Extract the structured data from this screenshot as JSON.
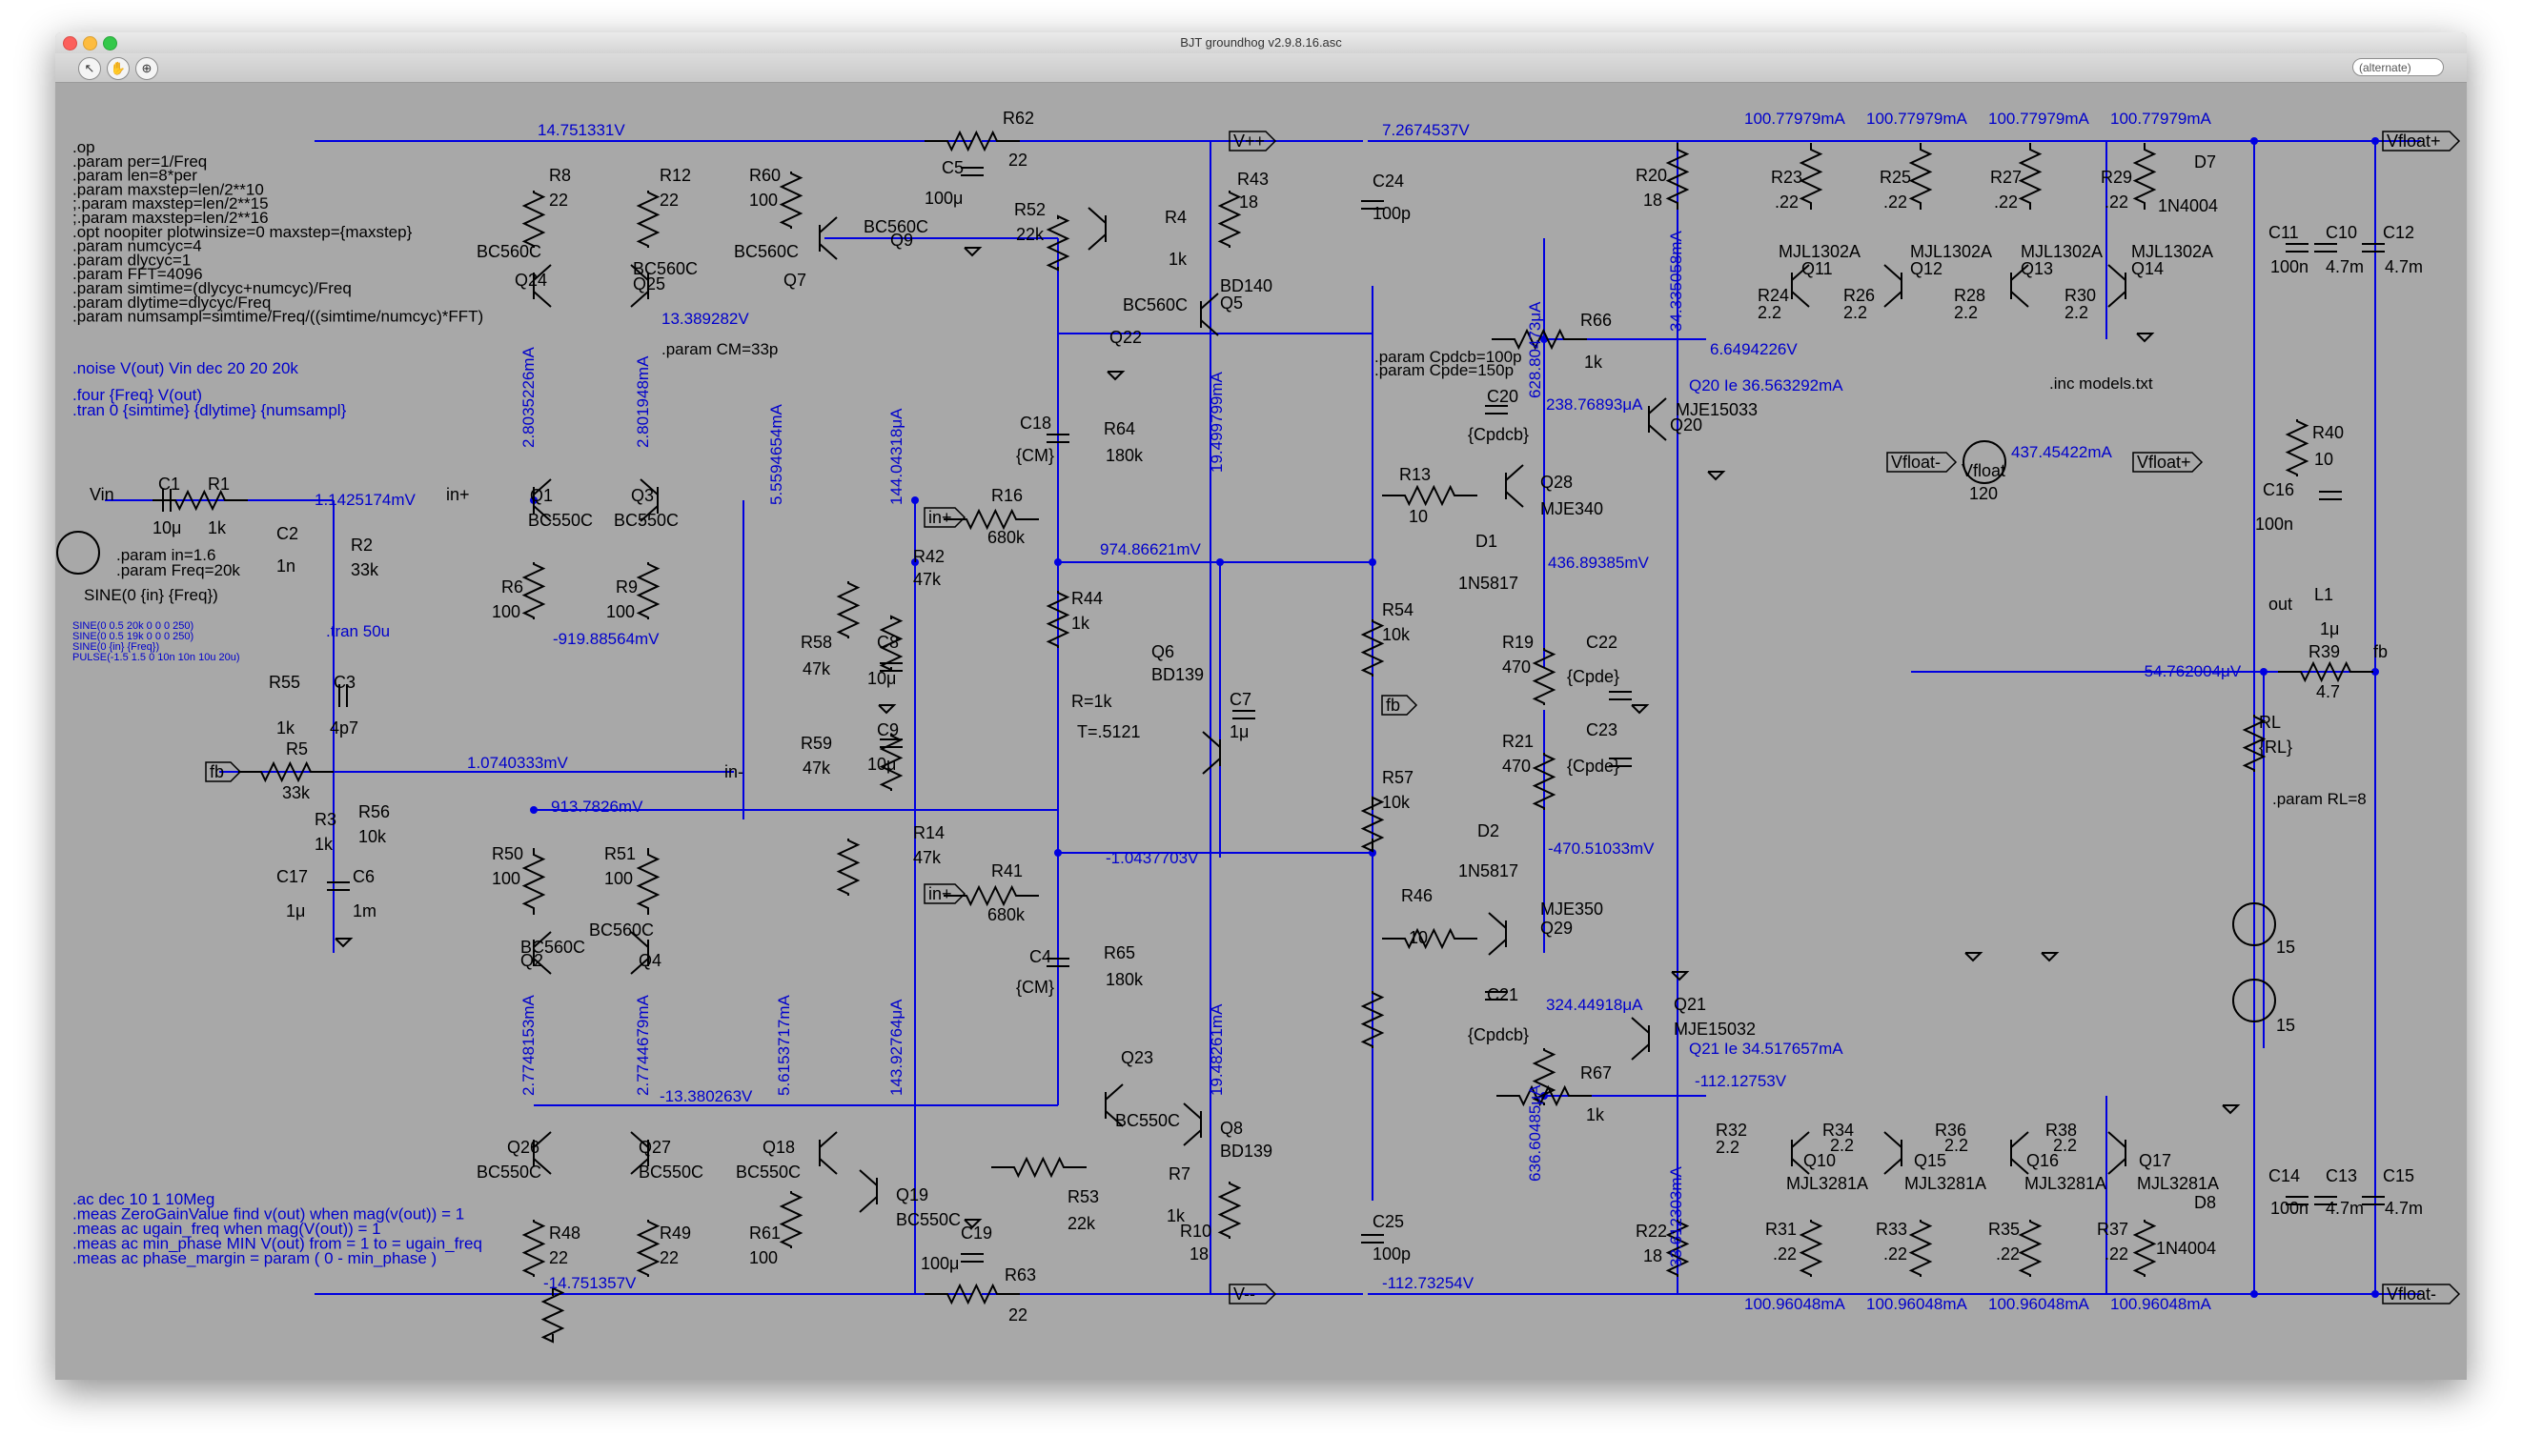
{
  "window": {
    "title": "BJT groundhog v2.9.8.16.asc"
  },
  "toolbar": {
    "search_placeholder": "(alternate)",
    "tools": [
      {
        "name": "cursor-tool-icon",
        "glyph": "↖"
      },
      {
        "name": "hand-tool-icon",
        "glyph": "✋"
      },
      {
        "name": "probe-tool-icon",
        "glyph": "⊕"
      }
    ]
  },
  "colors": {
    "wire": "#0000e0",
    "background": "#a8a8a8",
    "text": "#000000",
    "annotation": "#0000cc"
  },
  "directives_top": [
    ".op",
    ".param per=1/Freq",
    ".param len=8*per",
    ".param maxstep=len/2**10",
    ";.param maxstep=len/2**15",
    ";.param maxstep=len/2**16",
    ".opt noopiter plotwinsize=0 maxstep={maxstep}",
    ".param numcyc=4",
    ".param dlycyc=1",
    ".param FFT=4096",
    ".param simtime=(dlycyc+numcyc)/Freq",
    ".param dlytime=dlycyc/Freq",
    ".param numsampl=simtime/Freq/((simtime/numcyc)*FFT)"
  ],
  "noise_directive": ".noise V(out) Vin dec 20 20 20k",
  "four_directives": [
    ".four {Freq} V(out)",
    ".tran 0 {simtime} {dlytime} {numsampl}"
  ],
  "vin_params": [
    ".param in=1.6",
    ".param Freq=20k"
  ],
  "vin_source": "SINE(0 {in} {Freq})",
  "vin_alt_sources": [
    "SINE(0 0.5 20k 0 0 0 250)",
    "SINE(0 0.5 19k 0 0 0 250)",
    "SINE(0 {in} {Freq})",
    "PULSE(-1.5 1.5 0 10n 10n 10u 20u)"
  ],
  "tran_directive": ".tran 50u",
  "cm_directive": ".param CM=33p",
  "cpd_directives": [
    ".param Cpdcb=100p",
    ".param Cpde=150p"
  ],
  "inc_directive": ".inc models.txt",
  "rl_directive": ".param RL=8",
  "ac_directives": [
    ".ac dec 10 1 10Meg",
    ".meas ZeroGainValue find v(out) when mag(v(out)) = 1",
    ".meas ac ugain_freq when mag(V(out)) = 1",
    ".meas ac min_phase MIN V(out) from = 1 to = ugain_freq",
    ".meas ac phase_margin = param ( 0 - min_phase )"
  ],
  "net_labels": {
    "vpp": "V++",
    "vmm": "V--",
    "vfloat_p": "Vfloat+",
    "vfloat_m": "Vfloat-",
    "fb": "fb",
    "in_p": "in+",
    "in_m": "in-",
    "out": "out",
    "vin": "Vin",
    "vfloat": "Vfloat"
  },
  "measurements": {
    "m1": "14.751331V",
    "m2": "13.389282V",
    "m3": "2.8035226mA",
    "m4": "2.801948mA",
    "m5": "5.5594654mA",
    "m6": "144.04318μA",
    "m7": "1.1425174mV",
    "m8": "-919.88564mV",
    "m9": "1.0740333mV",
    "m10": "913.7826mV",
    "m11": "974.86621mV",
    "m12": "-1.0437703V",
    "m13": "19.499799mA",
    "m14": "2.7748153mA",
    "m15": "2.7744679mA",
    "m16": "5.6153717mA",
    "m17": "143.92764μA",
    "m18": "19.48261mA",
    "m19": "-13.380263V",
    "m20": "-14.751357V",
    "m21": "7.2674537V",
    "m22": "100.77979mA",
    "m23": "34.335058mA",
    "m24": "6.6494226V",
    "m25": "628.80473μA",
    "m26": "238.76893μA",
    "m27": "Q20 Ie 36.563292mA",
    "m28": "437.45422mA",
    "m29": "436.89385mV",
    "m30": "-470.51033mV",
    "m31": "-54.762004μV",
    "m32": "324.44918μA",
    "m33": "Q21 Ie 34.517657mA",
    "m34": "636.60485μA",
    "m35": "-112.12753V",
    "m36": "33.612303mA",
    "m37": "-112.73254V",
    "m38": "100.96048mA"
  },
  "components": {
    "R8": "R8",
    "R8v": "22",
    "R12": "R12",
    "R12v": "22",
    "Q24": "Q24",
    "Q24m": "BC560C",
    "Q25": "Q25",
    "Q25m": "BC560C",
    "R60": "R60",
    "R60v": "100",
    "Q7": "Q7",
    "Q7m": "BC560C",
    "Q9": "Q9",
    "Q9m": "BC560C",
    "R62": "R62",
    "R62v": "22",
    "C5": "C5",
    "C5v": "100μ",
    "R52": "R52",
    "R52v": "22k",
    "R43": "R43",
    "R43v": "18",
    "R4": "R4",
    "R4v": "1k",
    "Q5": "Q5",
    "Q5m": "BD140",
    "Q22": "Q22",
    "Q22m": "BC560C",
    "C18": "C18",
    "C18v": "{CM}",
    "R64": "R64",
    "R64v": "180k",
    "R16": "R16",
    "R16v": "680k",
    "R42": "R42",
    "R42v": "47k",
    "R44": "R44",
    "R44v": "1k",
    "Q6": "Q6",
    "Q6m": "BD139",
    "R58": "R58",
    "R58v": "47k",
    "C8": "C8",
    "C8v": "10μ",
    "C9": "C9",
    "C9v": "10μ",
    "R59": "R59",
    "R59v": "47k",
    "Rt": "R=1k",
    "Tt": "T=.5121",
    "C7": "C7",
    "C7v": "1μ",
    "R14": "R14",
    "R14v": "47k",
    "R41": "R41",
    "R41v": "680k",
    "C4": "C4",
    "C4v": "{CM}",
    "R65": "R65",
    "R65v": "180k",
    "Q23": "Q23",
    "Q23m": "BC550C",
    "Q8": "Q8",
    "Q8m": "BD139",
    "R7": "R7",
    "R7v": "1k",
    "R10": "R10",
    "R10v": "18",
    "R53": "R53",
    "R53v": "22k",
    "C19": "C19",
    "C19v": "100μ",
    "R63": "R63",
    "R63v": "22",
    "Q18": "Q18",
    "Q18m": "BC550C",
    "Q19": "Q19",
    "Q19m": "BC550C",
    "R61": "R61",
    "R61v": "100",
    "Q26": "Q26",
    "Q26m": "BC550C",
    "Q27": "Q27",
    "Q27m": "BC550C",
    "R48": "R48",
    "R48v": "22",
    "R49": "R49",
    "R49v": "22",
    "Q1": "Q1",
    "Q1m": "BC550C",
    "Q3": "Q3",
    "Q3m": "BC550C",
    "R6": "R6",
    "R6v": "100",
    "R9": "R9",
    "R9v": "100",
    "C1": "C1",
    "C1v": "10μ",
    "R1": "R1",
    "R1v": "1k",
    "C2": "C2",
    "C2v": "1n",
    "R2": "R2",
    "R2v": "33k",
    "R55": "R55",
    "R55v": "1k",
    "C3": "C3",
    "C3v": "4p7",
    "R5": "R5",
    "R5v": "33k",
    "R3": "R3",
    "R3v": "1k",
    "R56": "R56",
    "R56v": "10k",
    "C17": "C17",
    "C17v": "1μ",
    "C6": "C6",
    "C6v": "1m",
    "R50": "R50",
    "R50v": "100",
    "R51": "R51",
    "R51v": "100",
    "Q2": "Q2",
    "Q2m": "BC560C",
    "Q4": "Q4",
    "Q4m": "BC560C",
    "C24": "C24",
    "C24v": "100p",
    "C25": "C25",
    "C25v": "100p",
    "R13": "R13",
    "R13v": "10",
    "R54": "R54",
    "R54v": "10k",
    "R57": "R57",
    "R57v": "10k",
    "R46": "R46",
    "R46v": "10",
    "R20": "R20",
    "R20v": "18",
    "R66": "R66",
    "R66v": "1k",
    "C20": "C20",
    "C20v": "{Cpdcb}",
    "Q28": "Q28",
    "Q28m": "MJE340",
    "Q20": "Q20",
    "Q20m": "MJE15033",
    "D1": "D1",
    "D1m": "1N5817",
    "R19": "R19",
    "R19v": "470",
    "C22": "C22",
    "C22v": "{Cpde}",
    "R21": "R21",
    "R21v": "470",
    "C23": "C23",
    "C23v": "{Cpde}",
    "D2": "D2",
    "D2m": "1N5817",
    "Q29": "Q29",
    "Q29m": "MJE350",
    "C21": "C21",
    "C21v": "{Cpdcb}",
    "Q21": "Q21",
    "Q21m": "MJE15032",
    "R67": "R67",
    "R67v": "1k",
    "R22": "R22",
    "R22v": "18",
    "R23": "R23",
    "R25": "R25",
    "R27": "R27",
    "R29": "R29",
    "Rem": ".22",
    "Q11": "Q11",
    "Q12": "Q12",
    "Q13": "Q13",
    "Q14": "Q14",
    "QNm": "MJL1302A",
    "R24": "R24",
    "R26": "R26",
    "R28": "R28",
    "R30": "R30",
    "Rb": "2.2",
    "D7": "D7",
    "D7m": "1N4004",
    "C11": "C11",
    "C11v": "100n",
    "C10": "C10",
    "C10v": "4.7m",
    "C12": "C12",
    "C12v": "4.7m",
    "Vf": "120",
    "R40": "R40",
    "R40v": "10",
    "C16": "C16",
    "C16v": "100n",
    "L1": "L1",
    "L1v": "1μ",
    "R39": "R39",
    "R39v": "4.7",
    "RL": "RL",
    "RLv": "{RL}",
    "V15a": "15",
    "V15b": "15",
    "R32": "R32",
    "R34": "R34",
    "R36": "R36",
    "R38": "R38",
    "Q10": "Q10",
    "Q15": "Q15",
    "Q16": "Q16",
    "Q17": "Q17",
    "QPm": "MJL3281A",
    "R31": "R31",
    "R33": "R33",
    "R35": "R35",
    "R37": "R37",
    "D8": "D8",
    "D8m": "1N4004",
    "C14": "C14",
    "C14v": "100n",
    "C13": "C13",
    "C13v": "4.7m",
    "C15": "C15",
    "C15v": "4.7m"
  }
}
